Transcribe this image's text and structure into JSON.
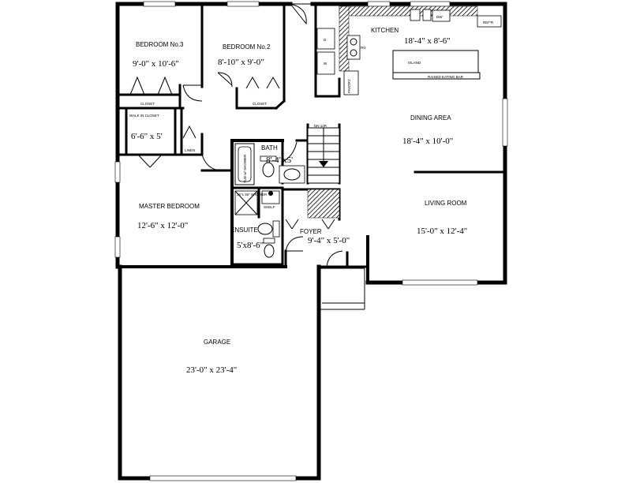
{
  "rooms": {
    "bedroom3": {
      "name": "BEDROOM No.3",
      "size": "9'-0\" x 10'-6\""
    },
    "bedroom2": {
      "name": "BEDROOM No.2",
      "size": "8'-10\" x 9'-0\""
    },
    "closet_left": "CLOSET",
    "closet_right": "CLOSET",
    "walkin_closet": {
      "name": "WALK IN   CLOSET",
      "size": "6'-6\" x 5'"
    },
    "linen": "LINEN",
    "bath": {
      "name": "BATH",
      "size": "8'-4\"x5'"
    },
    "tub_shower": "TUB w/ SHOWER",
    "ensuite_shower": "36\"x 36\" SHOWER",
    "shelf": "SHELF",
    "ensuite": {
      "name": "ENSUITE",
      "size": "5'x8'-6\""
    },
    "master_bedroom": {
      "name": "MASTER BEDROOM",
      "size": "12'-6\" x 12'-0\""
    },
    "foyer": {
      "name": "FOYER",
      "size": "9'-4\" x 5'-0\""
    },
    "kitchen": {
      "name": "KITCHEN",
      "size": "18'-4\" x 8'-6\""
    },
    "dining": {
      "name": "DINING AREA",
      "size": "18'-4\" x 10'-0\""
    },
    "living": {
      "name": "LIVING ROOM",
      "size": "15'-0\" x 12'-4\""
    },
    "garage": {
      "name": "GARAGE",
      "size": "23'-0\" x 23'-4\""
    }
  },
  "fixtures": {
    "island": "ISLAND",
    "raised_bar": "RAISED EATING BAR",
    "pantry": "PANTRY",
    "refrigerator": "REF'R",
    "dishwasher": "DW",
    "range": "RG",
    "stair_down": "DN 14R",
    "dryer": "D",
    "washer": "W"
  },
  "colors": {
    "wall": "#000000",
    "background": "#ffffff",
    "hatch": "#000000"
  }
}
